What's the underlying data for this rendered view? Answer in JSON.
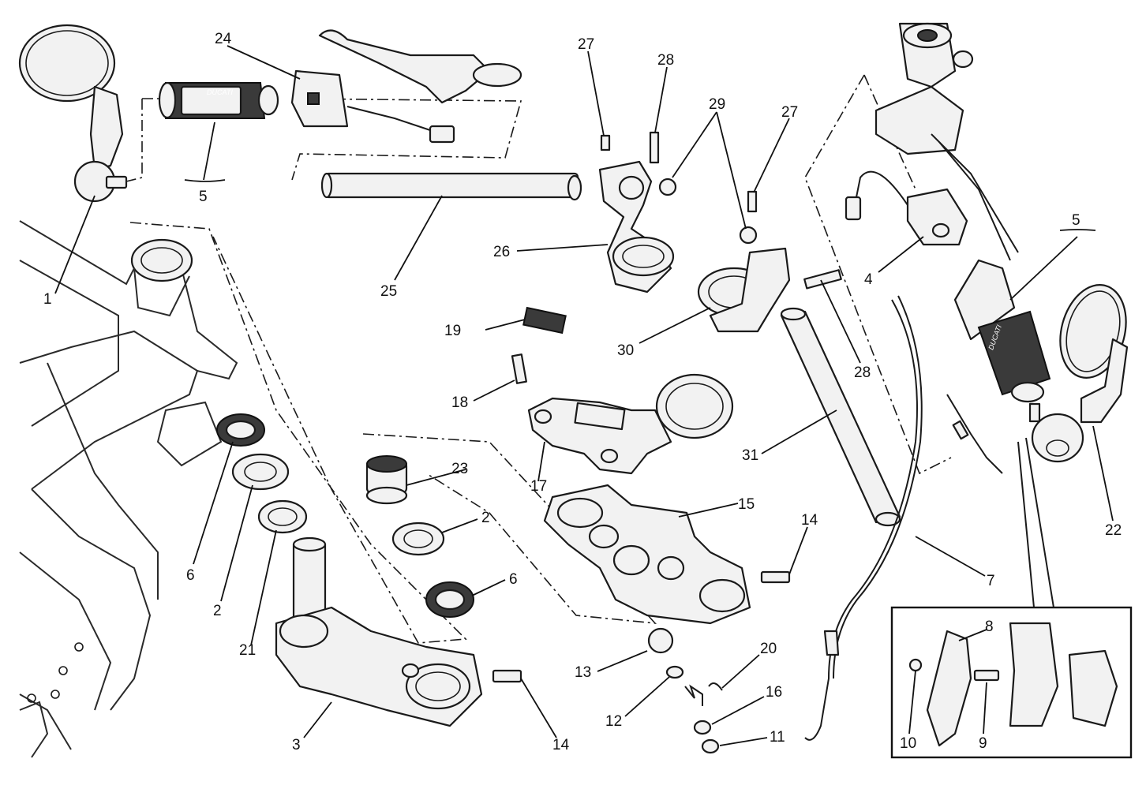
{
  "diagram": {
    "title": "Handlebar and controls exploded parts diagram",
    "brand_text": "DUCATI",
    "callouts": {
      "c1": "1",
      "c2a": "2",
      "c2b": "2",
      "c3": "3",
      "c4": "4",
      "c5a": "5",
      "c5b": "5",
      "c6a": "6",
      "c6b": "6",
      "c7": "7",
      "c8": "8",
      "c9": "9",
      "c10": "10",
      "c11": "11",
      "c12": "12",
      "c13": "13",
      "c14a": "14",
      "c14b": "14",
      "c15": "15",
      "c16": "16",
      "c17": "17",
      "c18": "18",
      "c19": "19",
      "c20": "20",
      "c21": "21",
      "c22": "22",
      "c23": "23",
      "c24": "24",
      "c25": "25",
      "c26": "26",
      "c27a": "27",
      "c27b": "27",
      "c28a": "28",
      "c28b": "28",
      "c29": "29",
      "c30": "30",
      "c31": "31"
    }
  }
}
